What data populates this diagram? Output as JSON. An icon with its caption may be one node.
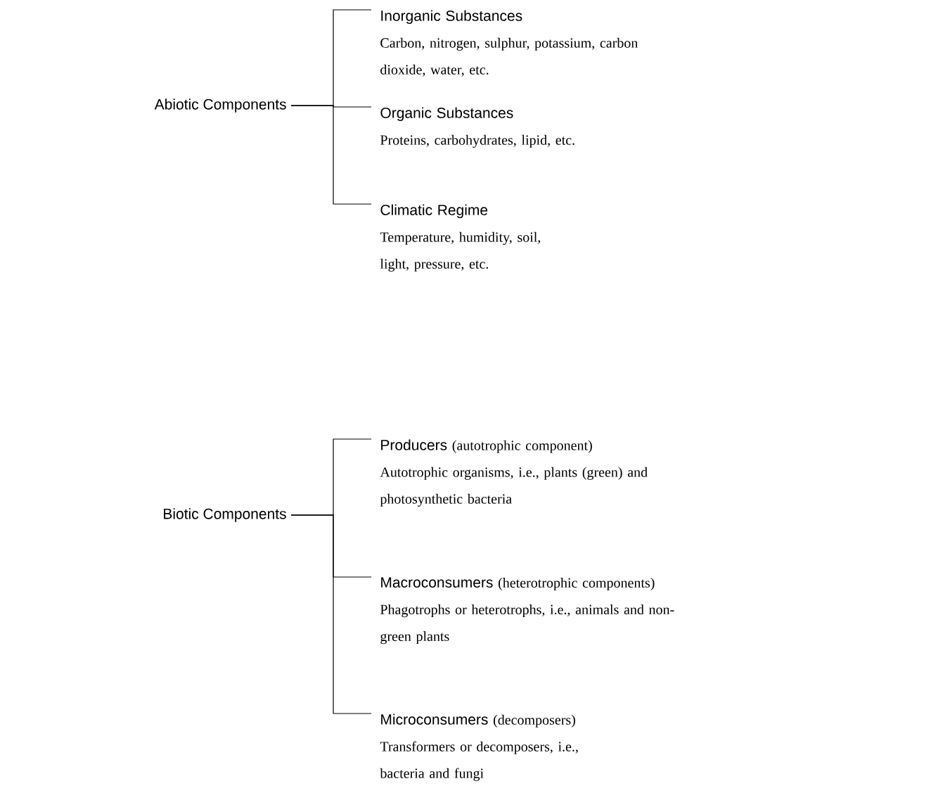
{
  "diagram": {
    "nodes": [
      {
        "text": [
          "Abiotic Components"
        ]
      },
      {
        "text": [
          "Inorganic Substances",
          "Carbon, nitrogen, sulphur, potassium, carbon dioxide, water, etc."
        ]
      },
      {
        "text": [
          "Organic Substances",
          "Proteins, carbohydrates, lipid, etc."
        ]
      },
      {
        "text": [
          "Climatic Regime",
          "Temperature, humidity, soil, light, pressure, etc."
        ]
      },
      {
        "text": [
          "Biotic Components"
        ]
      },
      {
        "text": [
          "Producers",
          "(autotrophic component)",
          "Autotrophic organisms, i.e., plants (green) and photosynthetic bacteria"
        ]
      },
      {
        "text": [
          "Macroconsumers",
          "(heterotrophic components)",
          "Phagotrophs or heterotrophs, i.e., animals and non-green plants"
        ]
      },
      {
        "text": [
          "Microconsumers",
          "(decomposers)",
          "Transformers or decomposers, i.e., bacteria and fungi"
        ]
      }
    ],
    "edges": [
      {
        "from": 0,
        "to": 1,
        "arrow": "none"
      },
      {
        "from": 0,
        "to": 2,
        "arrow": "none"
      },
      {
        "from": 0,
        "to": 3,
        "arrow": "none"
      },
      {
        "from": 4,
        "to": 5,
        "arrow": "none"
      },
      {
        "from": 4,
        "to": 6,
        "arrow": "none"
      },
      {
        "from": 4,
        "to": 7,
        "arrow": "none"
      }
    ]
  }
}
